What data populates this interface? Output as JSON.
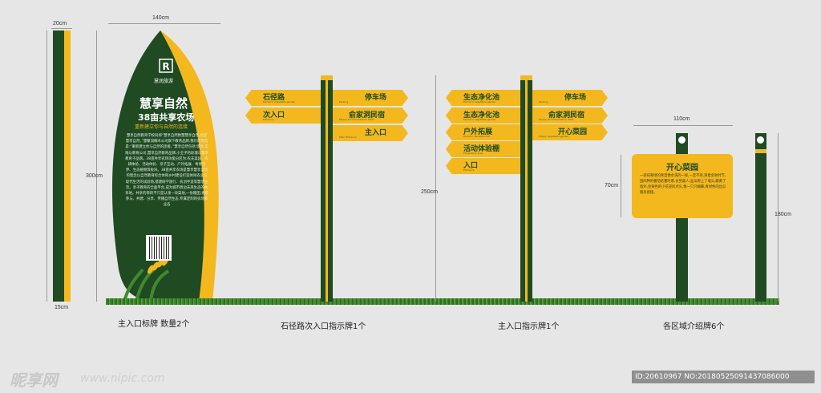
{
  "dimensions": {
    "pillar_width": "20cm",
    "pillar_base": "15cm",
    "monument_width": "140cm",
    "monument_height": "300cm",
    "signpost_height": "250cm",
    "board_width": "110cm",
    "board_height": "70cm",
    "board_post_height": "180cm"
  },
  "monument": {
    "logo_text": "慧润旅游",
    "title": "慧享自然",
    "subtitle": "38亩共享农场",
    "slogan": "重新建立你与自然的连接",
    "body": "慧享自然教育学校同郑“慧享自然致慧慧享自然,也是慧享自然。”慧聚润桐木公司旗下教育品牌,我们的理念是:“重新建立你与自然的连接。”慧享自然包括:理念,实践与教育公司,慧享自然教育品牌,小王子的玫瑰与慧享教育子品牌。38亩共享农场功能分区为:农夫菜园、农耕体验、活动体验、亲子互动、户外拓展、青青世界、生态植物等板块。38亩共享农场是慧享慧享自然的理念以自然教育综合体和乡村建设打造休闲农业与现代生活的试验场,搭建研学旅行、农创手造等慧享生活。亲子教育的全面平台,成为城市周边未来生态的共享地。共享的目的不只是认领一块菜地,一份粮田,更是参与、共建、分享、传播自然生态,专属定制的农场新业态"
  },
  "signpost1": {
    "left": [
      {
        "name": "石径路",
        "en": "Farmer's vegetable garden"
      },
      {
        "name": "次入口",
        "en": "Entrance"
      }
    ],
    "right": [
      {
        "name": "停车场",
        "en": "Parking"
      },
      {
        "name": "俞家洞民宿",
        "en": "Family accommodation hotel"
      },
      {
        "name": "主入口",
        "en": "Main Entrance"
      }
    ]
  },
  "signpost2": {
    "left": [
      {
        "name": "生态净化池",
        "en": "Farmer's vegetable garden"
      },
      {
        "name": "生态净化池",
        "en": "Farmer's vegetable garden"
      },
      {
        "name": "户外拓展",
        "en": "Outdoor development"
      },
      {
        "name": "活动体验棚",
        "en": "Experience area"
      },
      {
        "name": "入口",
        "en": "Entrance"
      }
    ],
    "right": [
      {
        "name": "停车场",
        "en": "Parking"
      },
      {
        "name": "俞家洞民宿",
        "en": "Family accommodation hotel"
      },
      {
        "name": "开心菜园",
        "en": "Happy vegetable garden"
      }
    ]
  },
  "board": {
    "title": "开心菜园",
    "body": "一排排翠绿的青菜像水洗的一样,一定不染,蒸着金秋时节,田间种的番茄结蔓时厚,长势喜人;丝瓜爬上了墙头,藤黄了墙外,金黄色的小花迎风点头,像一只只蝴蝶,青绿色的丝瓜随风摇摆。"
  },
  "captions": {
    "monument": "主入口标牌   数量2个",
    "signpost1": "石径路次入口指示牌1个",
    "signpost2": "主入口指示牌1个",
    "board": "各区域介绍牌6个"
  },
  "watermark": {
    "brand": "昵享网",
    "url": "www.nipic.com",
    "id": "ID:20610967 NO:20180525091437086000"
  },
  "colors": {
    "green": "#1f4a22",
    "yellow": "#f2b81e"
  }
}
